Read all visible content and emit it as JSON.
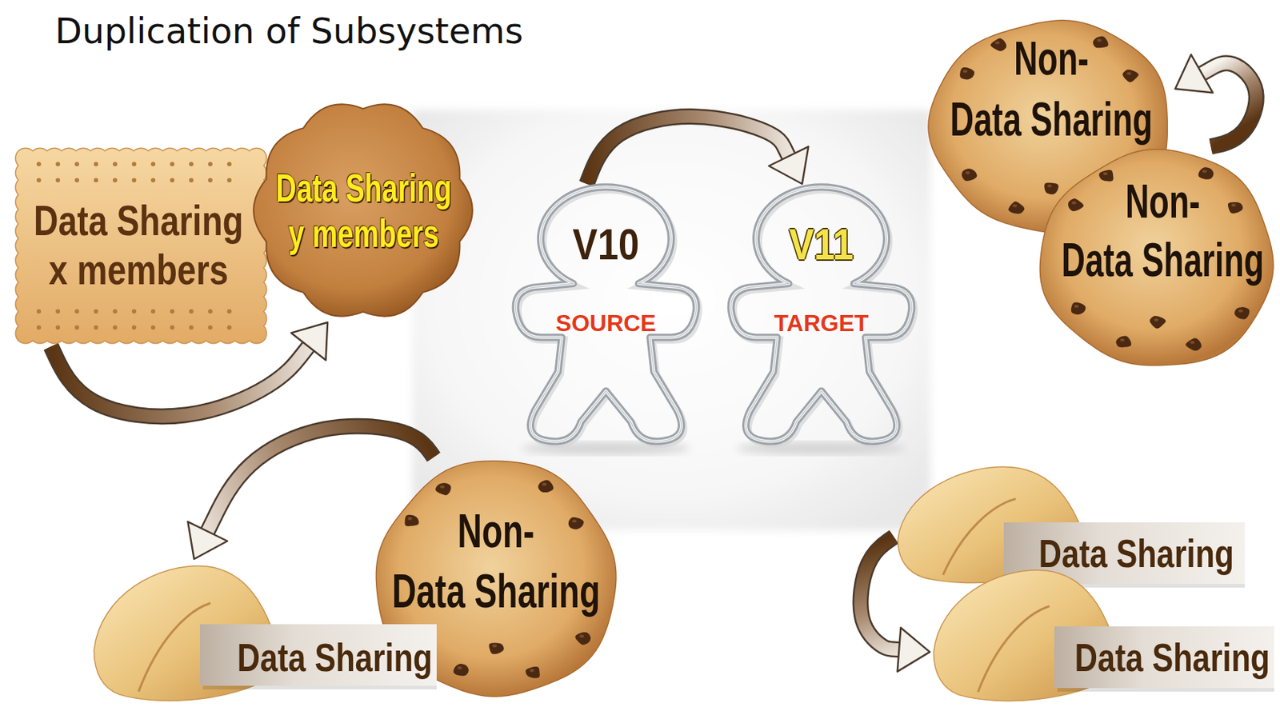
{
  "diagram": {
    "title": "Duplication of Subsystems",
    "nodes": [
      {
        "text": [
          "Data Sharing x members"
        ]
      },
      {
        "text": [
          "Data Sharing y members"
        ]
      },
      {
        "text": [
          "V10",
          "SOURCE"
        ]
      },
      {
        "text": [
          "V11",
          "TARGET"
        ]
      },
      {
        "text": [
          "Non- Data Sharing"
        ]
      },
      {
        "text": [
          "Non- Data Sharing"
        ]
      },
      {
        "text": [
          "Non- Data Sharing"
        ]
      },
      {
        "text": [
          "Data Sharing"
        ]
      },
      {
        "text": [
          "Data Sharing"
        ]
      },
      {
        "text": [
          "Data Sharing"
        ]
      }
    ],
    "edges": [
      {
        "from": 0,
        "to": 1,
        "arrow": "to"
      },
      {
        "from": 2,
        "to": 3,
        "arrow": "to"
      },
      {
        "from": 5,
        "to": 4,
        "arrow": "to"
      },
      {
        "from": 6,
        "to": 7,
        "arrow": "to"
      },
      {
        "from": 8,
        "to": 9,
        "arrow": "to"
      }
    ]
  }
}
